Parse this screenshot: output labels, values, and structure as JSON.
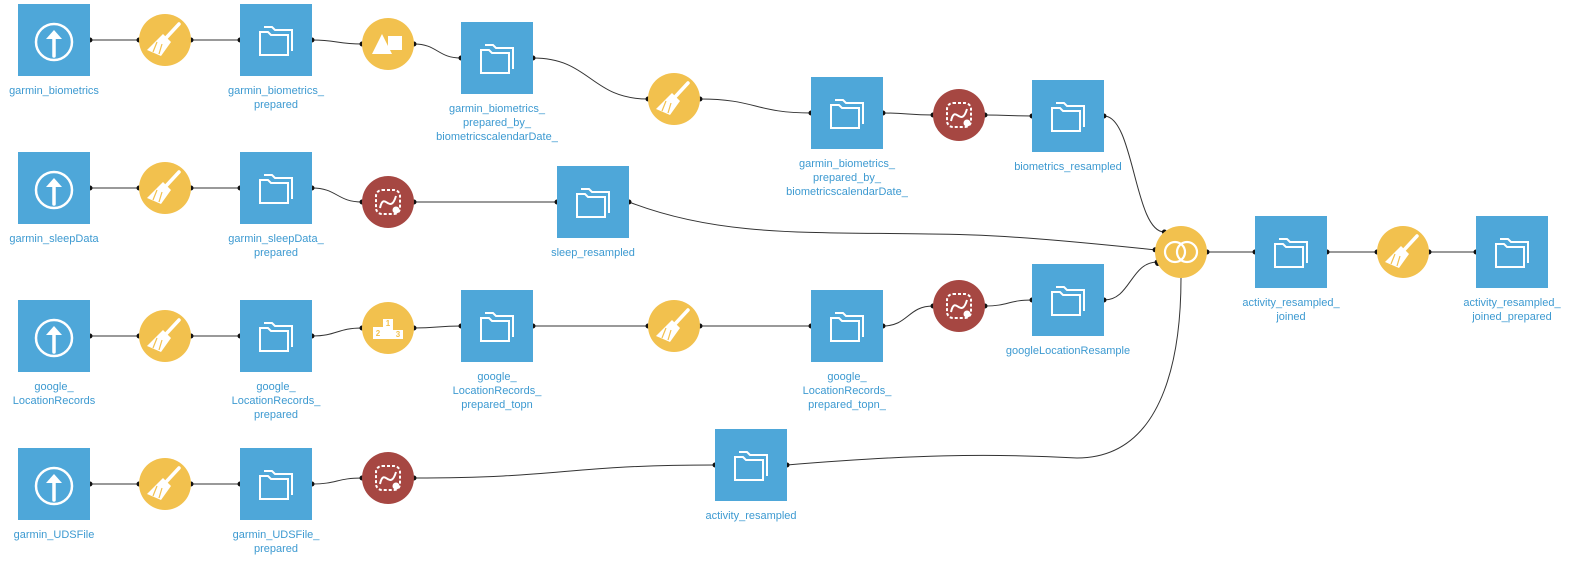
{
  "colors": {
    "dataset": "#4ea7d9",
    "recipe": "#f2c14e",
    "resample": "#a64742",
    "label": "#3d9ad1",
    "edge": "#333333",
    "icon": "#ffffff"
  },
  "nodes": [
    {
      "id": "garmin_biometrics",
      "kind": "upload-dataset",
      "icon": "upload-icon",
      "label": "garmin_biometrics"
    },
    {
      "id": "prep_biometrics",
      "kind": "prepare-recipe",
      "icon": "broom-icon",
      "label": ""
    },
    {
      "id": "garmin_biometrics_prepared",
      "kind": "dataset",
      "icon": "folder-icon",
      "label": "garmin_biometrics_\nprepared"
    },
    {
      "id": "split_biometrics",
      "kind": "split-recipe",
      "icon": "shapes-icon",
      "label": ""
    },
    {
      "id": "garmin_biometrics_prepared_by_1",
      "kind": "dataset",
      "icon": "folder-icon",
      "label": "garmin_biometrics_\nprepared_by_\nbiometricscalendarDate_"
    },
    {
      "id": "prep_biometrics_2",
      "kind": "prepare-recipe",
      "icon": "broom-icon",
      "label": ""
    },
    {
      "id": "garmin_biometrics_prepared_by_2",
      "kind": "dataset",
      "icon": "folder-icon",
      "label": "garmin_biometrics_\nprepared_by_\nbiometricscalendarDate_"
    },
    {
      "id": "resample_biometrics",
      "kind": "resample-recipe",
      "icon": "resample-icon",
      "label": ""
    },
    {
      "id": "biometrics_resampled",
      "kind": "dataset",
      "icon": "folder-icon",
      "label": "biometrics_resampled"
    },
    {
      "id": "garmin_sleepData",
      "kind": "upload-dataset",
      "icon": "upload-icon",
      "label": "garmin_sleepData"
    },
    {
      "id": "prep_sleep",
      "kind": "prepare-recipe",
      "icon": "broom-icon",
      "label": ""
    },
    {
      "id": "garmin_sleepData_prepared",
      "kind": "dataset",
      "icon": "folder-icon",
      "label": "garmin_sleepData_\nprepared"
    },
    {
      "id": "resample_sleep",
      "kind": "resample-recipe",
      "icon": "resample-icon",
      "label": ""
    },
    {
      "id": "sleep_resampled",
      "kind": "dataset",
      "icon": "folder-icon",
      "label": "sleep_resampled"
    },
    {
      "id": "google_LocationRecords",
      "kind": "upload-dataset",
      "icon": "upload-icon",
      "label": "google_\nLocationRecords"
    },
    {
      "id": "prep_location",
      "kind": "prepare-recipe",
      "icon": "broom-icon",
      "label": ""
    },
    {
      "id": "google_LocationRecords_prepared",
      "kind": "dataset",
      "icon": "folder-icon",
      "label": "google_\nLocationRecords_\nprepared"
    },
    {
      "id": "topn_location",
      "kind": "topn-recipe",
      "icon": "podium-icon",
      "label": ""
    },
    {
      "id": "google_LocationRecords_prepared_topn",
      "kind": "dataset",
      "icon": "folder-icon",
      "label": "google_\nLocationRecords_\nprepared_topn"
    },
    {
      "id": "prep_location_2",
      "kind": "prepare-recipe",
      "icon": "broom-icon",
      "label": ""
    },
    {
      "id": "google_LocationRecords_prepared_topn_2",
      "kind": "dataset",
      "icon": "folder-icon",
      "label": "google_\nLocationRecords_\nprepared_topn_"
    },
    {
      "id": "resample_location",
      "kind": "resample-recipe",
      "icon": "resample-icon",
      "label": ""
    },
    {
      "id": "googleLocationResample",
      "kind": "dataset",
      "icon": "folder-icon",
      "label": "googleLocationResample"
    },
    {
      "id": "garmin_UDSFile",
      "kind": "upload-dataset",
      "icon": "upload-icon",
      "label": "garmin_UDSFile"
    },
    {
      "id": "prep_uds",
      "kind": "prepare-recipe",
      "icon": "broom-icon",
      "label": ""
    },
    {
      "id": "garmin_UDSFile_prepared",
      "kind": "dataset",
      "icon": "folder-icon",
      "label": "garmin_UDSFile_\nprepared"
    },
    {
      "id": "resample_uds",
      "kind": "resample-recipe",
      "icon": "resample-icon",
      "label": ""
    },
    {
      "id": "activity_resampled",
      "kind": "dataset",
      "icon": "folder-icon",
      "label": "activity_resampled"
    },
    {
      "id": "join_all",
      "kind": "join-recipe",
      "icon": "join-icon",
      "label": ""
    },
    {
      "id": "activity_resampled_joined",
      "kind": "dataset",
      "icon": "folder-icon",
      "label": "activity_resampled_\njoined"
    },
    {
      "id": "prep_joined",
      "kind": "prepare-recipe",
      "icon": "broom-icon",
      "label": ""
    },
    {
      "id": "activity_resampled_joined_prepared",
      "kind": "dataset",
      "icon": "folder-icon",
      "label": "activity_resampled_\njoined_prepared"
    }
  ],
  "edges": [
    [
      "garmin_biometrics",
      "prep_biometrics"
    ],
    [
      "prep_biometrics",
      "garmin_biometrics_prepared"
    ],
    [
      "garmin_biometrics_prepared",
      "split_biometrics"
    ],
    [
      "split_biometrics",
      "garmin_biometrics_prepared_by_1"
    ],
    [
      "garmin_biometrics_prepared_by_1",
      "prep_biometrics_2"
    ],
    [
      "prep_biometrics_2",
      "garmin_biometrics_prepared_by_2"
    ],
    [
      "garmin_biometrics_prepared_by_2",
      "resample_biometrics"
    ],
    [
      "resample_biometrics",
      "biometrics_resampled"
    ],
    [
      "biometrics_resampled",
      "join_all"
    ],
    [
      "garmin_sleepData",
      "prep_sleep"
    ],
    [
      "prep_sleep",
      "garmin_sleepData_prepared"
    ],
    [
      "garmin_sleepData_prepared",
      "resample_sleep"
    ],
    [
      "resample_sleep",
      "sleep_resampled"
    ],
    [
      "sleep_resampled",
      "join_all"
    ],
    [
      "google_LocationRecords",
      "prep_location"
    ],
    [
      "prep_location",
      "google_LocationRecords_prepared"
    ],
    [
      "google_LocationRecords_prepared",
      "topn_location"
    ],
    [
      "topn_location",
      "google_LocationRecords_prepared_topn"
    ],
    [
      "google_LocationRecords_prepared_topn",
      "prep_location_2"
    ],
    [
      "prep_location_2",
      "google_LocationRecords_prepared_topn_2"
    ],
    [
      "google_LocationRecords_prepared_topn_2",
      "resample_location"
    ],
    [
      "resample_location",
      "googleLocationResample"
    ],
    [
      "googleLocationResample",
      "join_all"
    ],
    [
      "garmin_UDSFile",
      "prep_uds"
    ],
    [
      "prep_uds",
      "garmin_UDSFile_prepared"
    ],
    [
      "garmin_UDSFile_prepared",
      "resample_uds"
    ],
    [
      "resample_uds",
      "activity_resampled"
    ],
    [
      "activity_resampled",
      "join_all"
    ],
    [
      "join_all",
      "activity_resampled_joined"
    ],
    [
      "activity_resampled_joined",
      "prep_joined"
    ],
    [
      "prep_joined",
      "activity_resampled_joined_prepared"
    ]
  ]
}
